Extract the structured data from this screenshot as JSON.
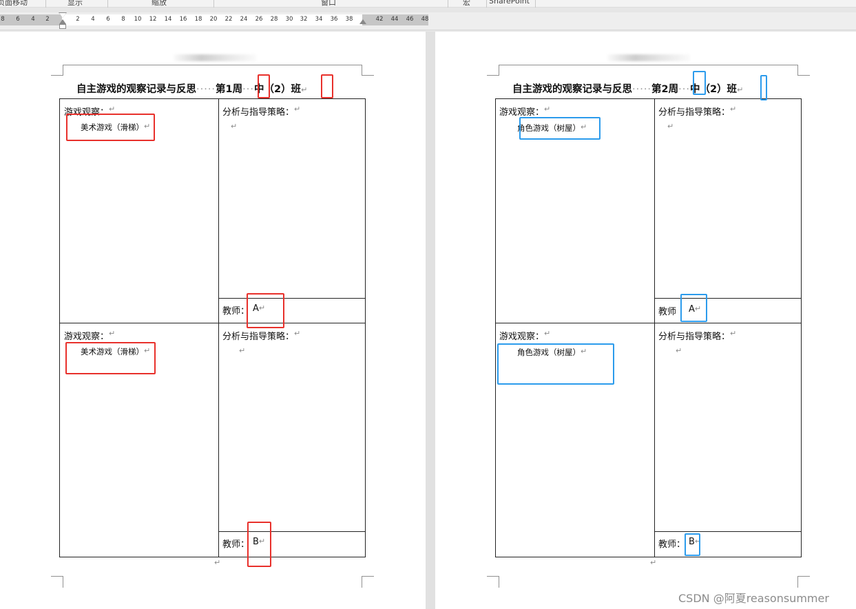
{
  "ribbon": {
    "groups": [
      "页面移动",
      "显示",
      "缩放",
      "窗口",
      "宏",
      "SharePoint"
    ]
  },
  "ruler": {
    "left_numbers": [
      "8",
      "6",
      "4",
      "2"
    ],
    "right_numbers": [
      "2",
      "4",
      "6",
      "8",
      "10",
      "12",
      "14",
      "16",
      "18",
      "20",
      "22",
      "24",
      "26",
      "28",
      "30",
      "32",
      "34",
      "36",
      "38"
    ],
    "margin_numbers": [
      "42",
      "44",
      "46",
      "48"
    ]
  },
  "pages": [
    {
      "title_text": "自主游戏的观察记录与反思",
      "title_dots": "·····",
      "week_prefix": "第",
      "week_num": "1",
      "week_suffix": "周",
      "mid_dots": "···",
      "class_prefix": "中（",
      "class_num": "2",
      "class_suffix": "）班",
      "para_mark": "↵",
      "sections": [
        {
          "observe_label": "游戏观察：",
          "game_name": "美术游戏（滑梯）",
          "analysis_label": "分析与指导策略：",
          "teacher_label": "教师：",
          "teacher_name": "A"
        },
        {
          "observe_label": "游戏观察：",
          "game_name": "美术游戏（滑梯）",
          "analysis_label": "分析与指导策略：",
          "teacher_label": "教师：",
          "teacher_name": "B"
        }
      ]
    },
    {
      "title_text": "自主游戏的观察记录与反思",
      "title_dots": "·····",
      "week_prefix": "第",
      "week_num": "2",
      "week_suffix": "周",
      "mid_dots": "···",
      "class_prefix": "中（",
      "class_num": "2",
      "class_suffix": "）班",
      "para_mark": "↵",
      "sections": [
        {
          "observe_label": "游戏观察：",
          "game_name": "角色游戏（树屋）",
          "analysis_label": "分析与指导策略：",
          "teacher_label": "教师",
          "teacher_name": "A"
        },
        {
          "observe_label": "游戏观察：",
          "game_name": "角色游戏（树屋）",
          "analysis_label": "分析与指导策略：",
          "teacher_label": "教师：",
          "teacher_name": "B"
        }
      ]
    }
  ],
  "watermark": "CSDN @阿夏reasonsummer",
  "colors": {
    "highlight_left": "#e8302b",
    "highlight_right": "#2b9bec"
  }
}
